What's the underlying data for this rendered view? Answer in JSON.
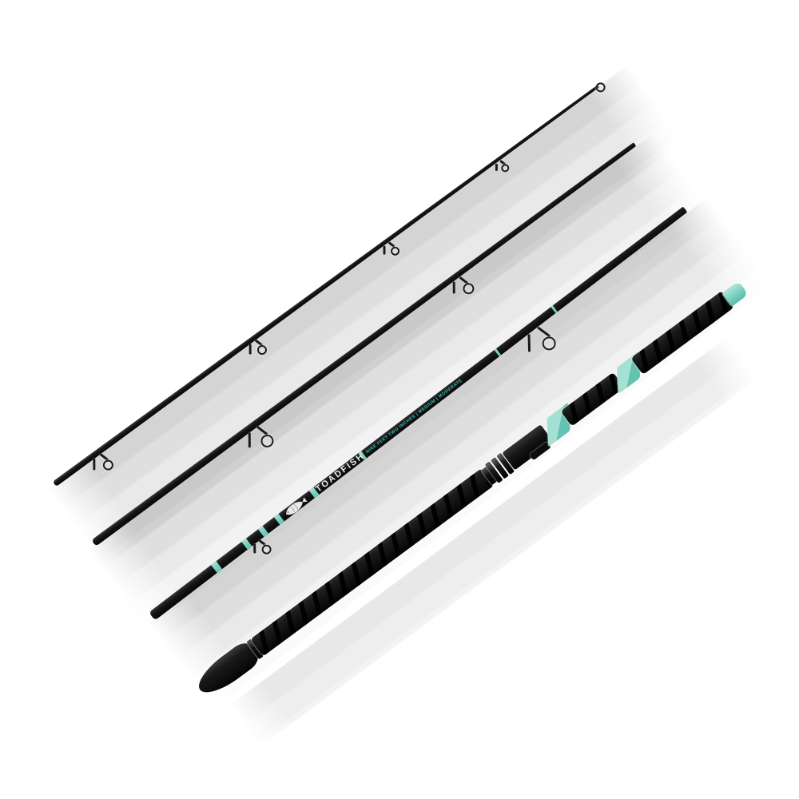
{
  "product": {
    "brand_label": "TOADFISH",
    "spec_label": "NINE FEET TWO INCHES | MEDIUM | MODERATE"
  },
  "colors": {
    "background": "#ffffff",
    "shadow_gray": "#b9b9b9",
    "rod_blank_black": "#141414",
    "accent_seafoam": "#7fd2c2",
    "accent_seafoam_light": "#a5e0d4",
    "spec_text_teal": "#3abfb6",
    "brand_text_white": "#ededed",
    "logo_white": "#e9e9e9"
  },
  "sections": [
    {
      "id": "tip-section",
      "guide_count": 4,
      "has_tip_top": true
    },
    {
      "id": "second-section",
      "guide_count": 2
    },
    {
      "id": "third-section",
      "guide_count": 2,
      "seafoam_band_count": 6
    },
    {
      "id": "handle-section",
      "features": [
        "butt-cap",
        "eva-grip",
        "reel-seat",
        "seafoam-wedge-accents",
        "seafoam-ferrule-band"
      ]
    }
  ]
}
